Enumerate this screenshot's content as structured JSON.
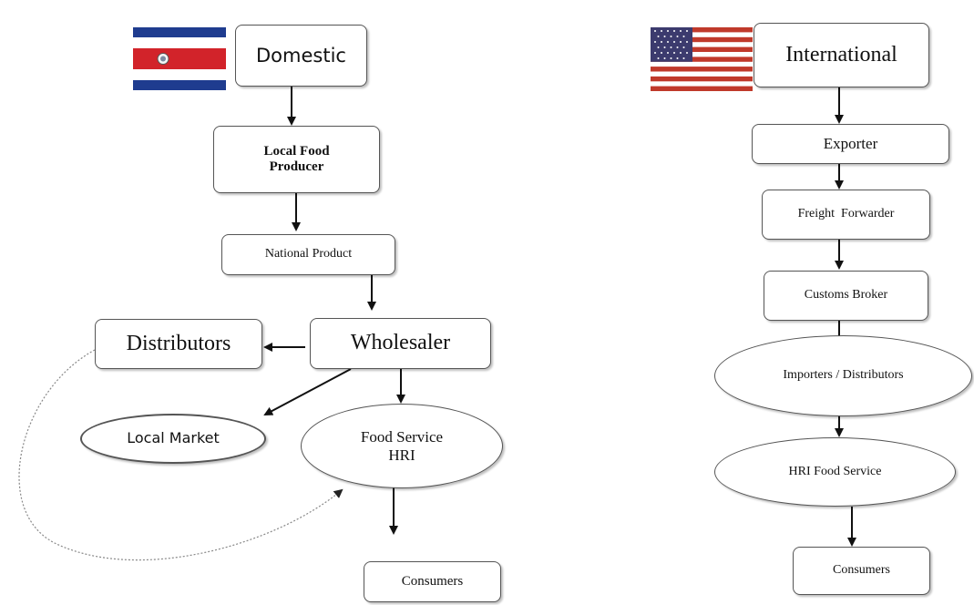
{
  "domestic": {
    "flag": "costa-rica-flag",
    "title": "Domestic",
    "local_food_producer": "Local Food Producer",
    "national_product": "National Product",
    "wholesaler": "Wholesaler",
    "distributors": "Distributors",
    "local_market": "Local Market",
    "food_service": "Food Service HRI",
    "consumers": "Consumers"
  },
  "international": {
    "flag": "usa-flag",
    "title": "International",
    "exporter": "Exporter",
    "freight_forwarder": "Freight  Forwarder",
    "customs_broker": "Customs Broker",
    "importers_distributors": "Importers / Distributors",
    "hri_food_service": "HRI Food Service",
    "consumers": "Consumers"
  },
  "colors": {
    "cr_blue": "#1f3c8f",
    "cr_red": "#d2232a",
    "us_red": "#c0392b",
    "us_blue": "#3c3b6e",
    "arrow": "#111111"
  }
}
